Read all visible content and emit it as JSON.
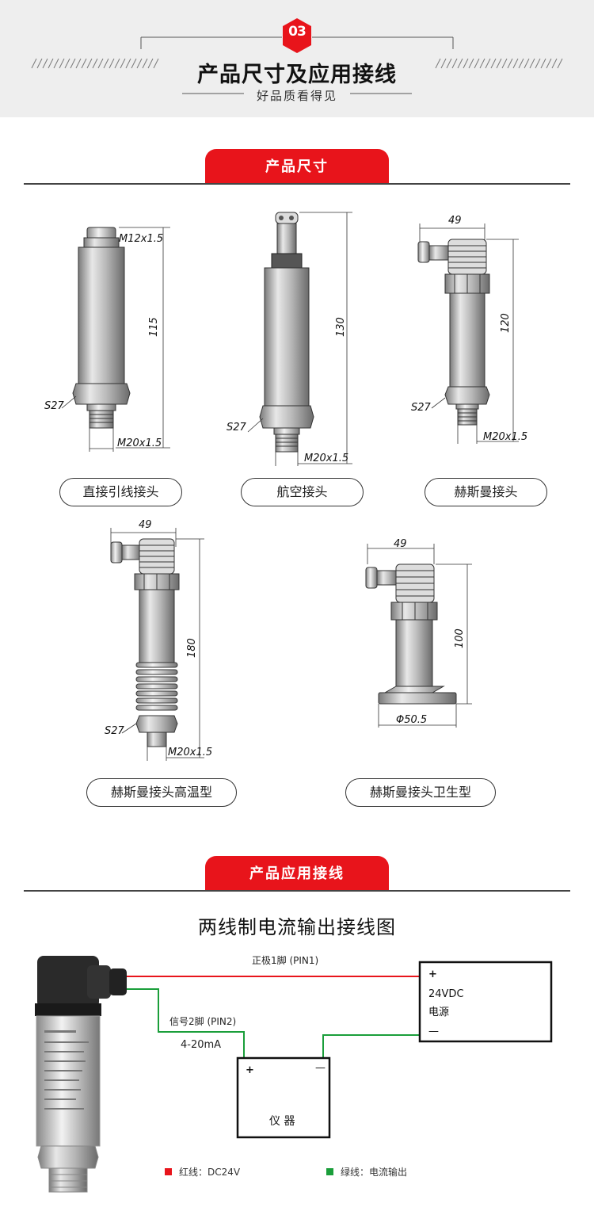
{
  "header": {
    "badge": "03",
    "title": "产品尺寸及应用接线",
    "subtitle": "好品质看得见"
  },
  "sections": {
    "dimensions": "产品尺寸",
    "wiring": "产品应用接线"
  },
  "products": [
    {
      "label": "直接引线接头",
      "dims": [
        "M12x1.5",
        "115",
        "S27",
        "M20x1.5"
      ]
    },
    {
      "label": "航空接头",
      "dims": [
        "130",
        "S27",
        "M20x1.5"
      ]
    },
    {
      "label": "赫斯曼接头",
      "dims": [
        "49",
        "120",
        "S27",
        "M20x1.5"
      ]
    },
    {
      "label": "赫斯曼接头高温型",
      "dims": [
        "49",
        "180",
        "S27",
        "M20x1.5"
      ]
    },
    {
      "label": "赫斯曼接头卫生型",
      "dims": [
        "49",
        "100",
        "Φ50.5"
      ]
    }
  ],
  "wiring": {
    "title": "两线制电流输出接线图",
    "pin1": "正极1脚 (PIN1)",
    "pin2": "信号2脚 (PIN2)",
    "current": "4-20mA",
    "power_plus": "+",
    "power_voltage": "24VDC",
    "power_name": "电源",
    "power_minus": "—",
    "meter_plus": "+",
    "meter_minus": "—",
    "meter_name": "仪 器",
    "legend": [
      {
        "text": "红线：DC24V",
        "color": "#e8141b"
      },
      {
        "text": "绿线：电流输出",
        "color": "#1a9e3a"
      }
    ]
  },
  "colors": {
    "accent": "#e8141b",
    "green": "#1a9e3a"
  }
}
